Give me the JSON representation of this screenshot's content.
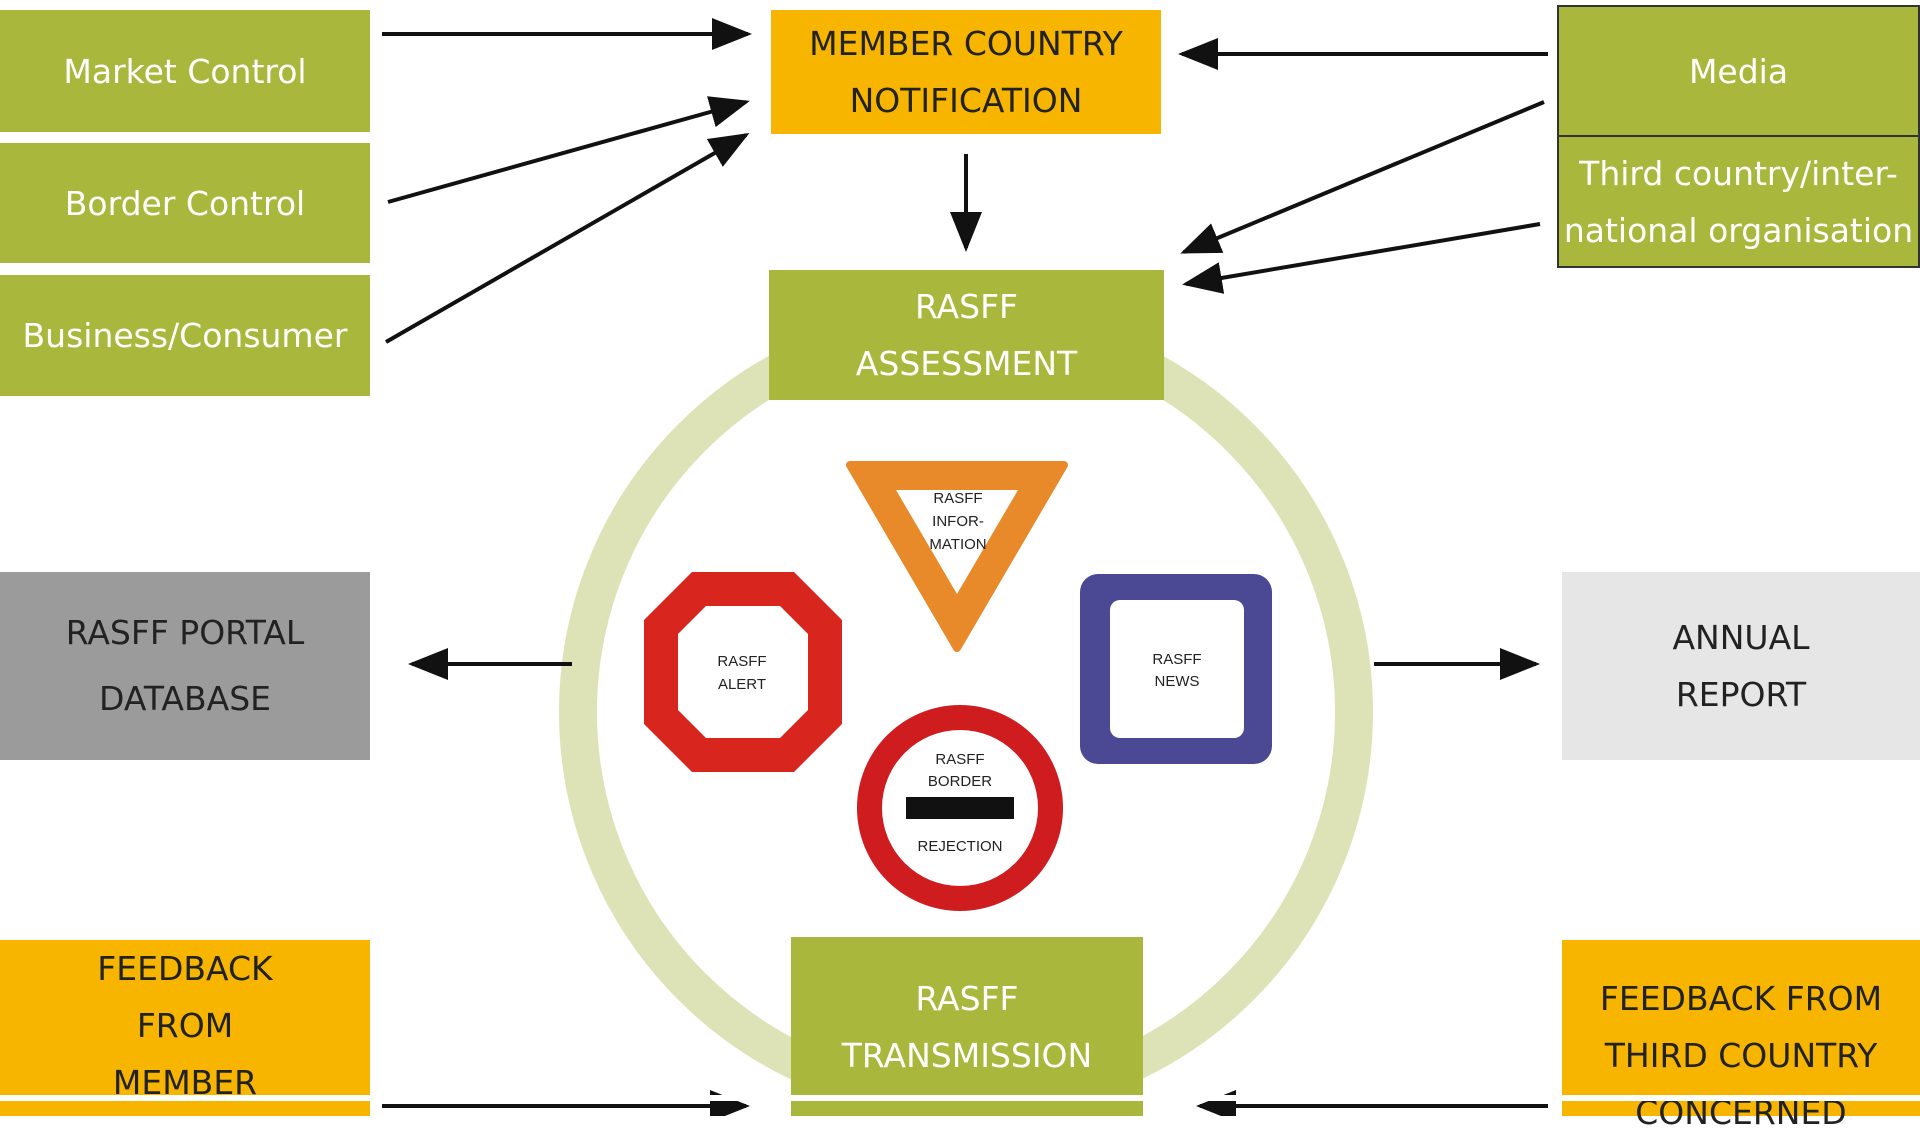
{
  "sources_left": [
    "Market Control",
    "Border Control",
    "Business/Consumer"
  ],
  "sources_right": {
    "media": "Media",
    "third_country_line1": "Third country/inter-",
    "third_country_line2": "national organisation"
  },
  "notification": {
    "line1": "MEMBER COUNTRY",
    "line2": "NOTIFICATION"
  },
  "assessment": {
    "line1": "RASFF",
    "line2": "ASSESSMENT"
  },
  "transmission": {
    "line1": "RASFF",
    "line2": "TRANSMISSION"
  },
  "portal": {
    "line1": "RASFF PORTAL",
    "line2": "DATABASE"
  },
  "annual_report": {
    "line1": "ANNUAL",
    "line2": "REPORT"
  },
  "feedback_member": {
    "line1": "FEEDBACK",
    "line2": "FROM",
    "line3": "MEMBER"
  },
  "feedback_third": {
    "line1": "FEEDBACK FROM",
    "line2": "THIRD COUNTRY",
    "line3": "CONCERNED"
  },
  "signs": {
    "information": {
      "line1": "RASFF",
      "line2": "INFOR-",
      "line3": "MATION",
      "color": "#e8892a"
    },
    "alert": {
      "line1": "RASFF",
      "line2": "ALERT",
      "color": "#d8261f"
    },
    "news": {
      "line1": "RASFF",
      "line2": "NEWS",
      "color": "#4b4894"
    },
    "border_rejection": {
      "line1": "RASFF",
      "line2": "BORDER",
      "line3": "REJECTION",
      "color": "#cf1c1f"
    }
  },
  "colors": {
    "green": "#a9b83d",
    "orange": "#f7b500",
    "ring": "#dde3b6",
    "portal_gray": "#9b9b9b",
    "report_gray": "#e6e6e6"
  }
}
